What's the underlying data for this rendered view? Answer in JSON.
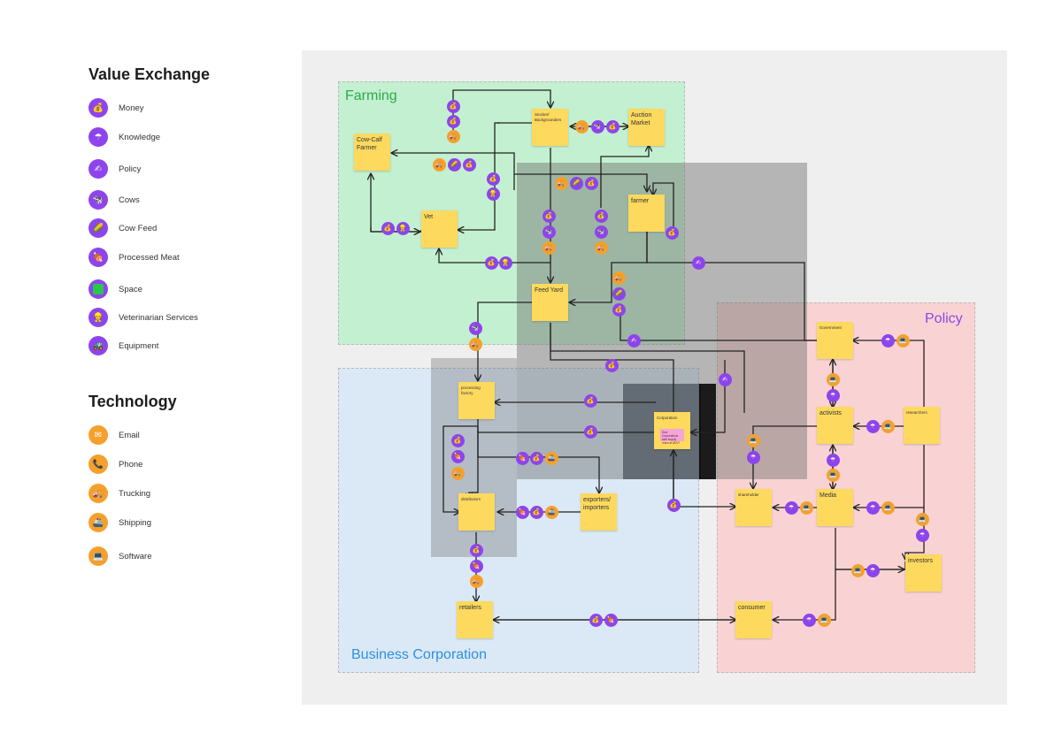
{
  "legend": {
    "value_exchange": {
      "title": "Value Exchange",
      "items": [
        {
          "label": "Money",
          "color": "#8e44ec",
          "icon": "money-bag-icon",
          "glyph": "💰"
        },
        {
          "label": "Knowledge",
          "color": "#8e44ec",
          "icon": "umbrella-icon",
          "glyph": "☂"
        },
        {
          "label": "Policy",
          "color": "#8e44ec",
          "icon": "writing-hand-icon",
          "glyph": "✍"
        },
        {
          "label": "Cows",
          "color": "#8e44ec",
          "icon": "cow-icon",
          "glyph": "🐄"
        },
        {
          "label": "Cow Feed",
          "color": "#8e44ec",
          "icon": "corn-icon",
          "glyph": "🌽"
        },
        {
          "label": "Processed Meat",
          "color": "#8e44ec",
          "icon": "meat-icon",
          "glyph": "🍖"
        },
        {
          "label": "Space",
          "color": "#8e44ec",
          "icon": "green-square-icon",
          "glyph": ""
        },
        {
          "label": "Veterinarian Services",
          "color": "#8e44ec",
          "icon": "vet-icon",
          "glyph": "👷"
        },
        {
          "label": "Equipment",
          "color": "#8e44ec",
          "icon": "tractor-icon",
          "glyph": "🚜"
        }
      ]
    },
    "technology": {
      "title": "Technology",
      "items": [
        {
          "label": "Email",
          "color": "#f5a02c",
          "icon": "email-icon",
          "glyph": "✉"
        },
        {
          "label": "Phone",
          "color": "#f5a02c",
          "icon": "phone-icon",
          "glyph": "📞"
        },
        {
          "label": "Trucking",
          "color": "#f5a02c",
          "icon": "truck-icon",
          "glyph": "🚚"
        },
        {
          "label": "Shipping",
          "color": "#f5a02c",
          "icon": "ship-icon",
          "glyph": "🚢"
        },
        {
          "label": "Software",
          "color": "#f5a02c",
          "icon": "laptop-icon",
          "glyph": "💻"
        }
      ]
    }
  },
  "regions": {
    "farming": {
      "label": "Farming",
      "color": "#2ea84a",
      "fill": "#c3f0d0"
    },
    "business": {
      "label": "Business Corporation",
      "color": "#2b8fe0",
      "fill": "#dbe9f6"
    },
    "policy": {
      "label": "Policy",
      "color": "#8a47e6",
      "fill": "#f9d3d3"
    }
  },
  "nodes": {
    "cow_calf": "Cow-Calf Farmer",
    "stocker": "Stocker/ Backgrounders",
    "auction": "Auction Market",
    "vet": "Vet",
    "farmer": "farmer",
    "feed_yard": "Feed Yard",
    "processing": "processing factory",
    "corporation": "Corporation",
    "corporation_note": "How Corporations take supply chain at ADV?",
    "distributors": "distributors",
    "exporters": "exporters/ importers",
    "retailers": "retailers",
    "government": "Government",
    "activists": "activists",
    "researchers": "researchers",
    "shareholder": "shareholder",
    "media": "Media",
    "investors": "investors",
    "consumer": "consumer"
  }
}
